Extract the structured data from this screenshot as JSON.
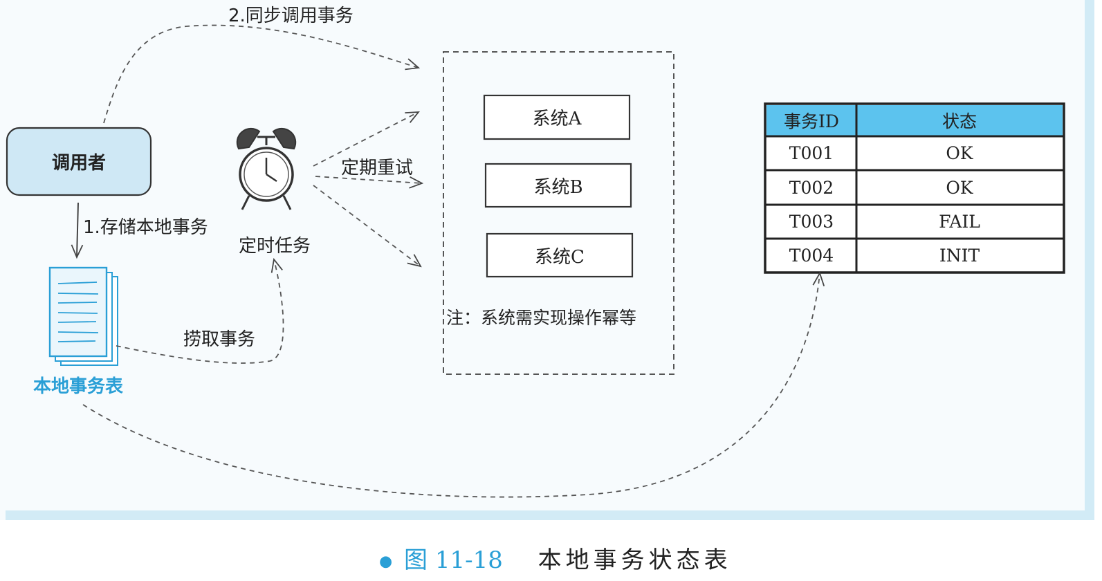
{
  "caller": {
    "label": "调用者"
  },
  "step1": {
    "label": "1.存储本地事务"
  },
  "step2": {
    "label": "2.同步调用事务"
  },
  "local_table": {
    "label": "本地事务表"
  },
  "timer": {
    "label": "定时任务"
  },
  "retry": {
    "label": "定期重试"
  },
  "fetch": {
    "label": "捞取事务"
  },
  "systems": [
    {
      "label": "系统A"
    },
    {
      "label": "系统B"
    },
    {
      "label": "系统C"
    }
  ],
  "note": "注：系统需实现操作幂等",
  "status_table": {
    "headers": [
      "事务ID",
      "状态"
    ],
    "rows": [
      [
        "T001",
        "OK"
      ],
      [
        "T002",
        "OK"
      ],
      [
        "T003",
        "FAIL"
      ],
      [
        "T004",
        "INIT"
      ]
    ]
  },
  "caption": {
    "bullet": "●",
    "figure": "图 11-18",
    "title": "本地事务状态表"
  },
  "colors": {
    "panel_bg": "#f7fbfd",
    "panel_border": "#d2ebf6",
    "accent_blue": "#2a9fd6",
    "caller_fill": "#cfe8f5",
    "header_fill": "#5cc3ee"
  }
}
